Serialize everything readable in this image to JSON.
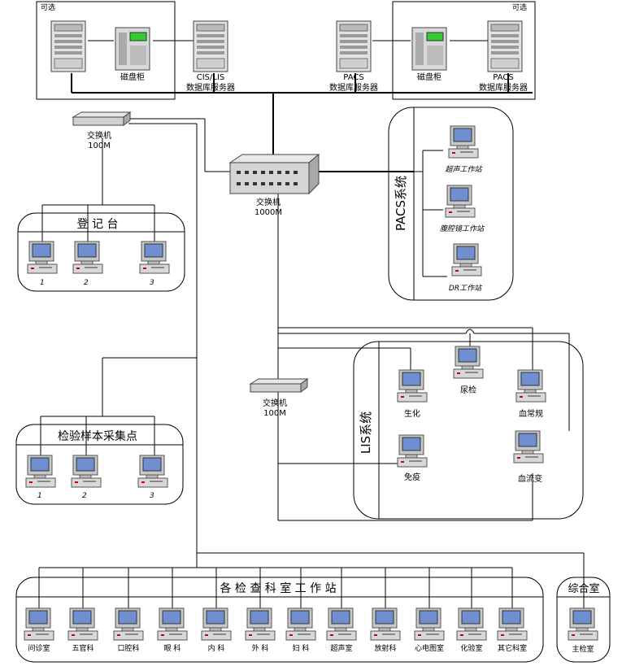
{
  "top_left": {
    "optional": "可选",
    "disk_cabinet": "磁盘柜",
    "cis_lis_server_line1": "CIS/LIS",
    "cis_lis_server_line2": "数据库服务器"
  },
  "top_right": {
    "optional": "可选",
    "disk_cabinet": "磁盘柜",
    "pacs_server_line1": "PACS",
    "pacs_server_line2": "数据库服务器",
    "pacs_server_b_line1": "PACS",
    "pacs_server_b_line2": "数据库服务器"
  },
  "switch_small_top": {
    "name": "交换机",
    "speed": "100M"
  },
  "switch_core": {
    "name": "交换机",
    "speed": "1000M"
  },
  "switch_small_mid": {
    "name": "交换机",
    "speed": "100M"
  },
  "registration": {
    "title": "登 记 台",
    "stations": [
      "1",
      "2",
      "3"
    ]
  },
  "sampling": {
    "title": "检验样本采集点",
    "stations": [
      "1",
      "2",
      "3"
    ]
  },
  "pacs": {
    "title": "PACS系统",
    "stations": [
      "超声工作站",
      "腹腔镜工作站",
      "DR工作站"
    ]
  },
  "lis": {
    "title": "LIS系统",
    "stations": [
      "生化",
      "尿检",
      "血常规",
      "免疫",
      "血流变"
    ]
  },
  "departments": {
    "title": "各 检 查 科 室 工 作 站",
    "stations": [
      "问诊室",
      "五官科",
      "口腔科",
      "眼 科",
      "内 科",
      "外 科",
      "妇 科",
      "超声室",
      "放射科",
      "心电图室",
      "化验室",
      "其它科室"
    ]
  },
  "summary": {
    "title": "综合室",
    "station": "主检室"
  }
}
